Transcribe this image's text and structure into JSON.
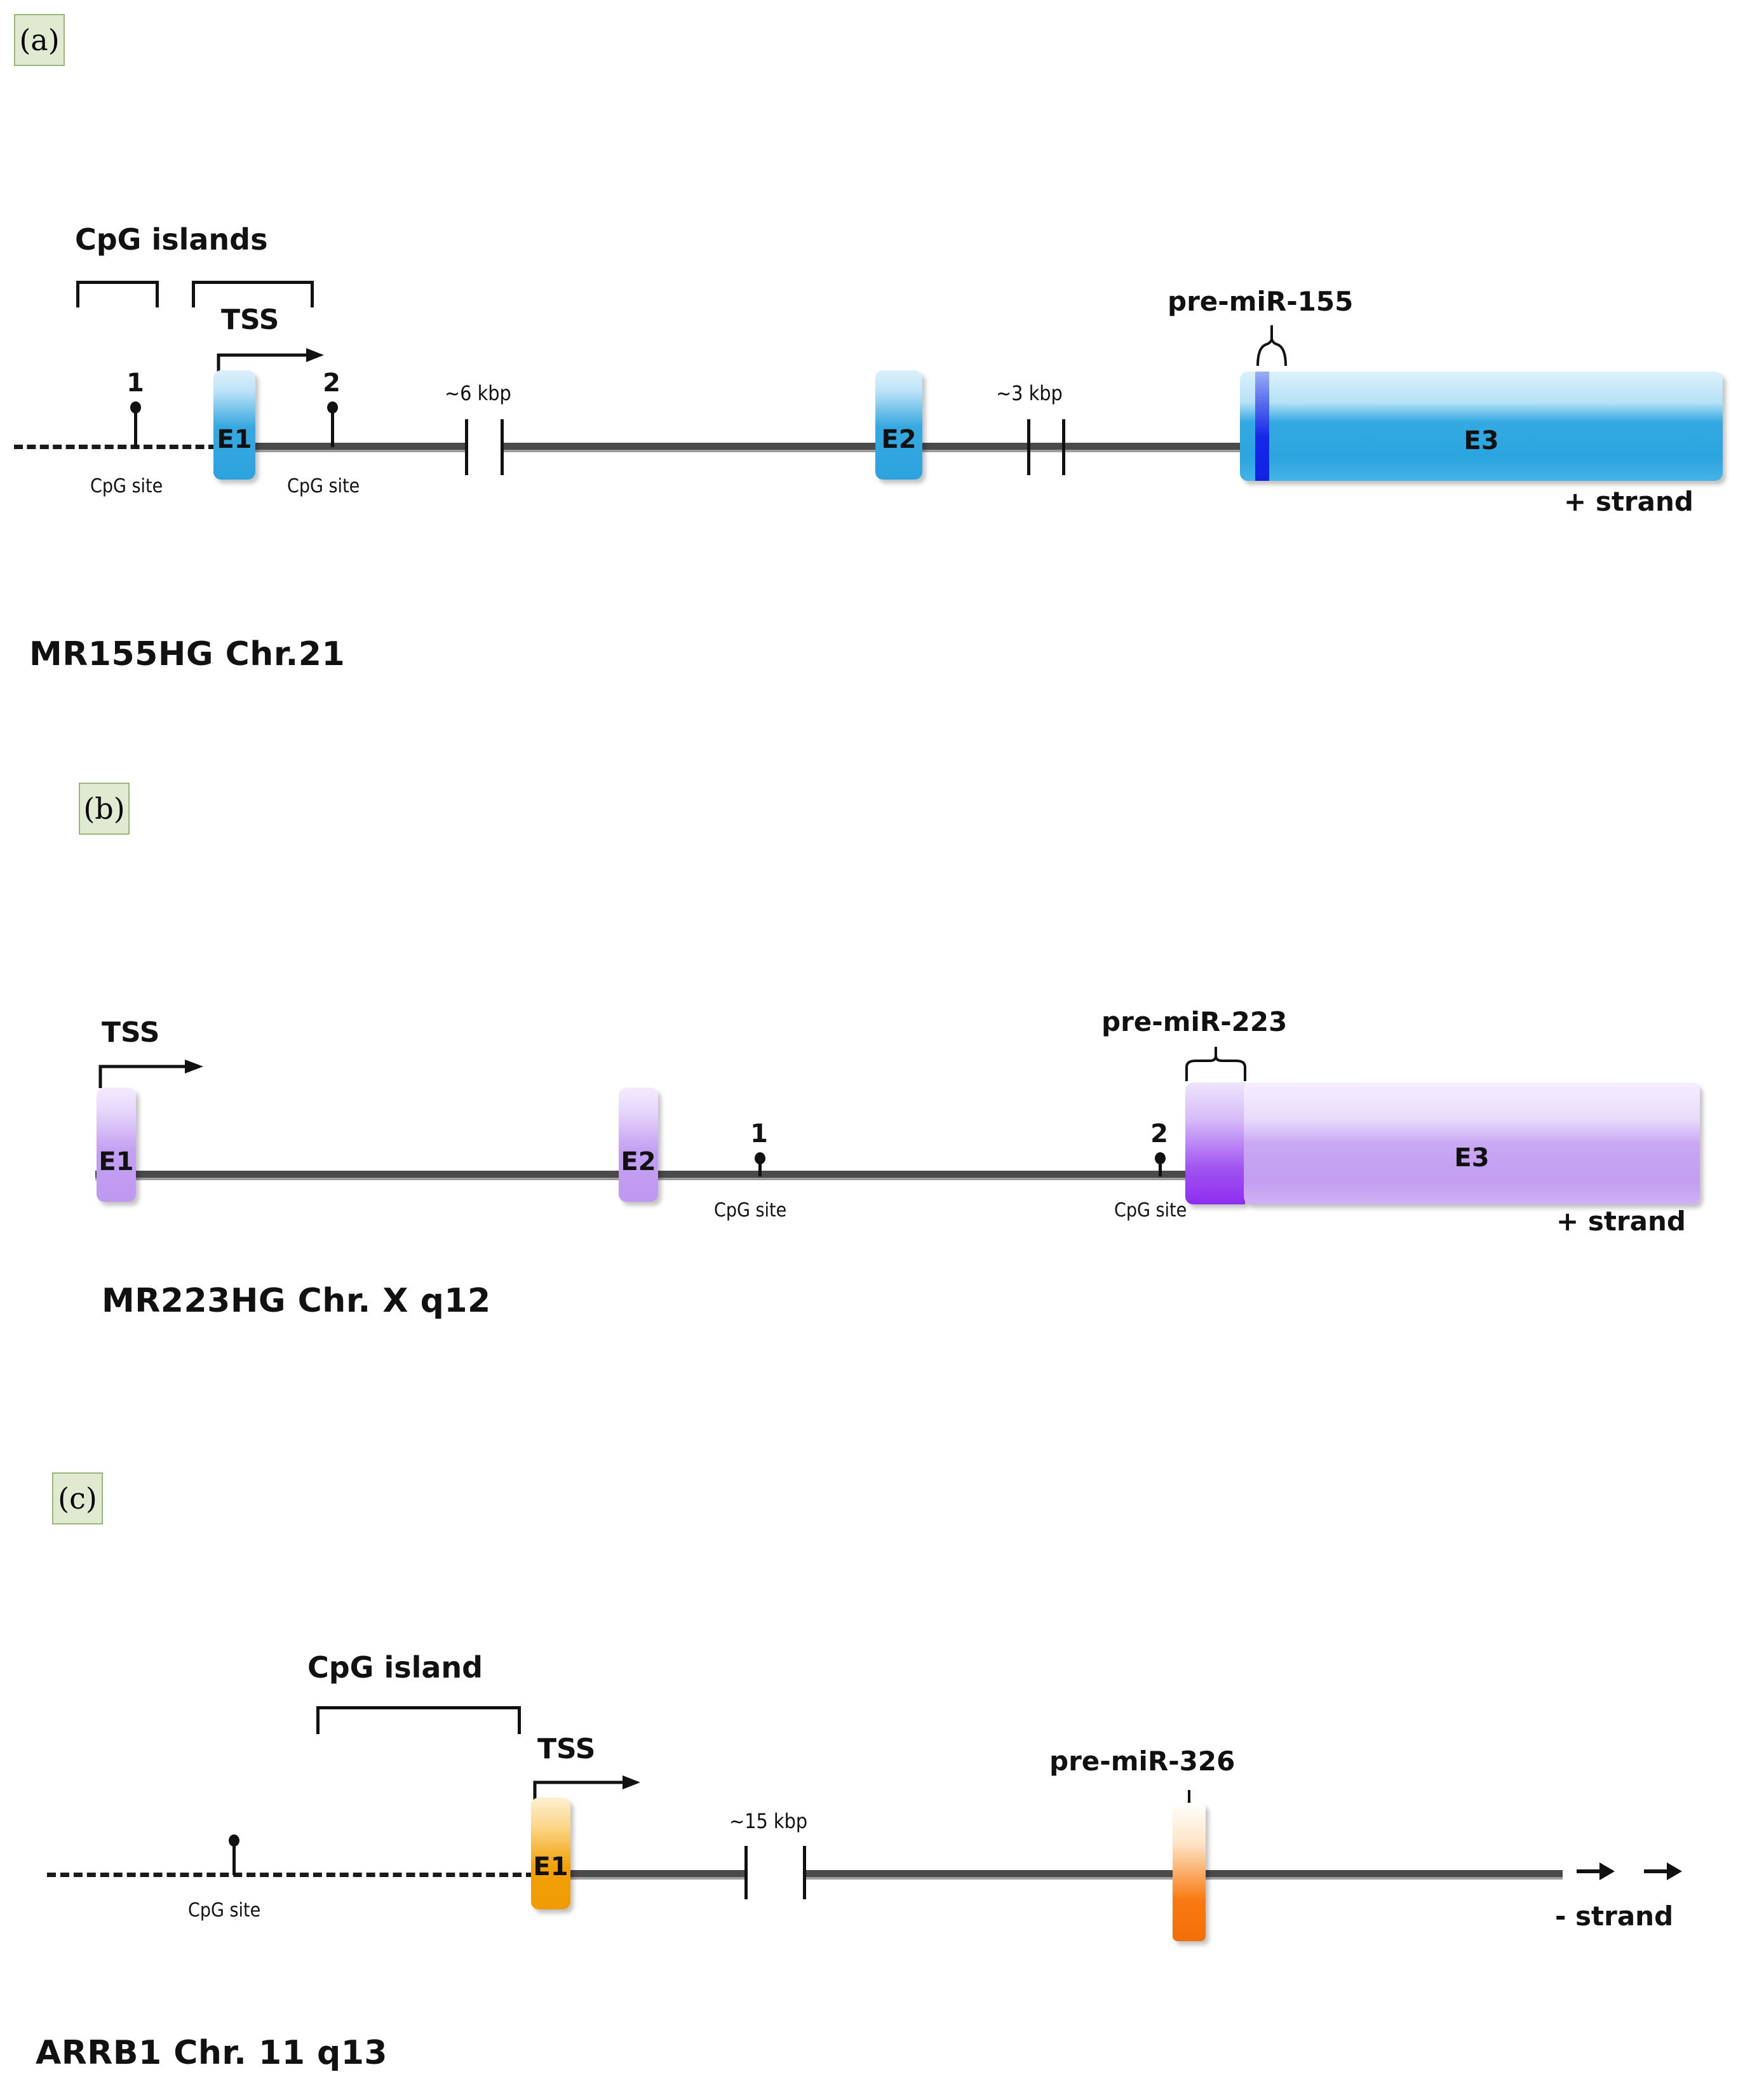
{
  "figure": {
    "type": "gene-structure-diagram",
    "panels": [
      {
        "badge": "(a)",
        "gene_title": "MR155HG Chr.21",
        "strand": "+ strand",
        "island_label": "CpG islands",
        "tss_label": "TSS",
        "mir_label": "pre-miR-155",
        "exons": [
          {
            "label": "E1"
          },
          {
            "label": "E2"
          },
          {
            "label": "E3"
          }
        ],
        "cpg_sites": [
          {
            "number": "1",
            "caption": "CpG site"
          },
          {
            "number": "2",
            "caption": "CpG site"
          }
        ],
        "intron_gaps": [
          {
            "label": "~6 kbp"
          },
          {
            "label": "~3 kbp"
          }
        ]
      },
      {
        "badge": "(b)",
        "gene_title": "MR223HG Chr. X q12",
        "strand": "+ strand",
        "island_label": "",
        "tss_label": "TSS",
        "mir_label": "pre-miR-223",
        "exons": [
          {
            "label": "E1"
          },
          {
            "label": "E2"
          },
          {
            "label": "E3"
          }
        ],
        "cpg_sites": [
          {
            "number": "1",
            "caption": "CpG site"
          },
          {
            "number": "2",
            "caption": "CpG site"
          }
        ],
        "intron_gaps": []
      },
      {
        "badge": "(c)",
        "gene_title": "ARRB1 Chr. 11 q13",
        "strand": "- strand",
        "island_label": "CpG island",
        "tss_label": "TSS",
        "mir_label": "pre-miR-326",
        "exons": [
          {
            "label": "E1"
          }
        ],
        "cpg_sites": [
          {
            "number": "",
            "caption": "CpG site"
          }
        ],
        "intron_gaps": [
          {
            "label": "~15 kbp"
          }
        ]
      }
    ],
    "colors": {
      "panel_a_exon": "#2ca3de",
      "panel_a_mir": "#1528e8",
      "panel_b_exon": "#c29df1",
      "panel_b_mir": "#8d2df0",
      "panel_c_exon": "#f2a007",
      "panel_c_mir": "#f26f06",
      "backbone": "#4a4a4a",
      "badge_fill": "#dfead0",
      "badge_border": "#9ab87e"
    }
  }
}
